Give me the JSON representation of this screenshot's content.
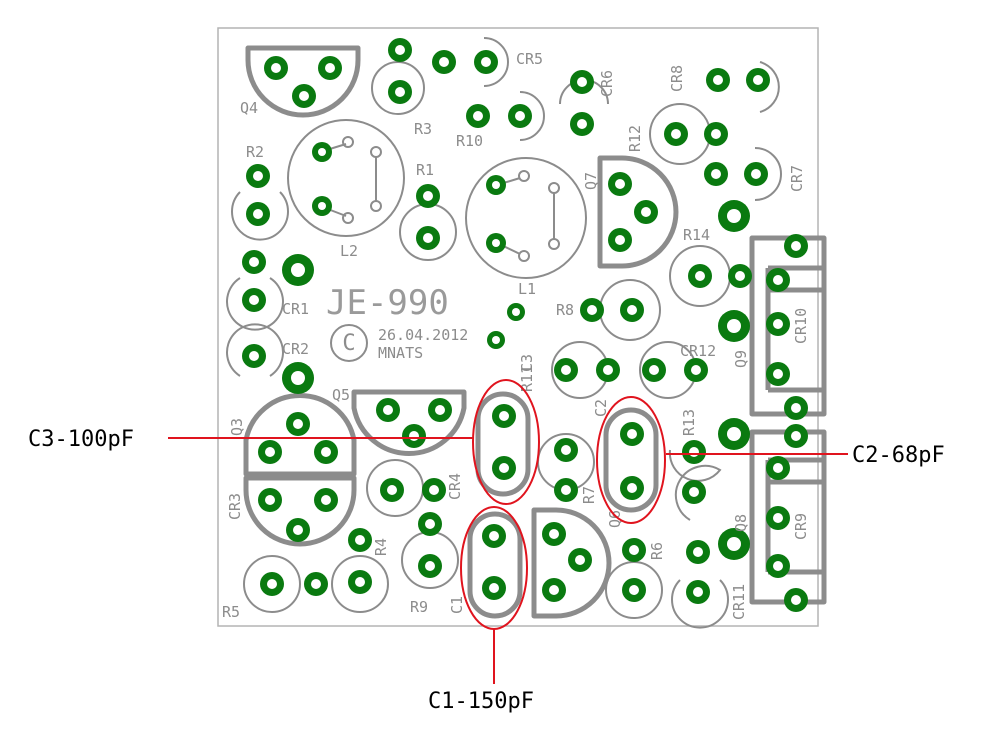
{
  "board": {
    "title": "JE-990",
    "date": "26.04.2012",
    "author": "MNATS",
    "copyright_symbol": "C"
  },
  "refs": {
    "Q4": "Q4",
    "R3": "R3",
    "CR5": "CR5",
    "CR6": "CR6",
    "CR8": "CR8",
    "R10": "R10",
    "R12": "R12",
    "CR7": "CR7",
    "R2": "R2",
    "R1": "R1",
    "L2": "L2",
    "Q7": "Q7",
    "L1": "L1",
    "R14": "R14",
    "CR1": "CR1",
    "R8": "R8",
    "CR10": "CR10",
    "CR2": "CR2",
    "C3": "C3",
    "R11": "R11",
    "CR12": "CR12",
    "Q9": "Q9",
    "Q5": "Q5",
    "Q3": "Q3",
    "C2": "C2",
    "R13": "R13",
    "CR3": "CR3",
    "CR4": "CR4",
    "R7": "R7",
    "Q6": "Q6",
    "R4": "R4",
    "R6": "R6",
    "Q8": "Q8",
    "CR9": "CR9",
    "R5": "R5",
    "R9": "R9",
    "C1": "C1",
    "CR11": "CR11"
  },
  "callouts": {
    "c3": "C3-100pF",
    "c2": "C2-68pF",
    "c1": "C1-150pF"
  },
  "colors": {
    "pad": "#0a7a10",
    "silkscreen": "#8c8c8c",
    "highlight": "#e0141e"
  }
}
